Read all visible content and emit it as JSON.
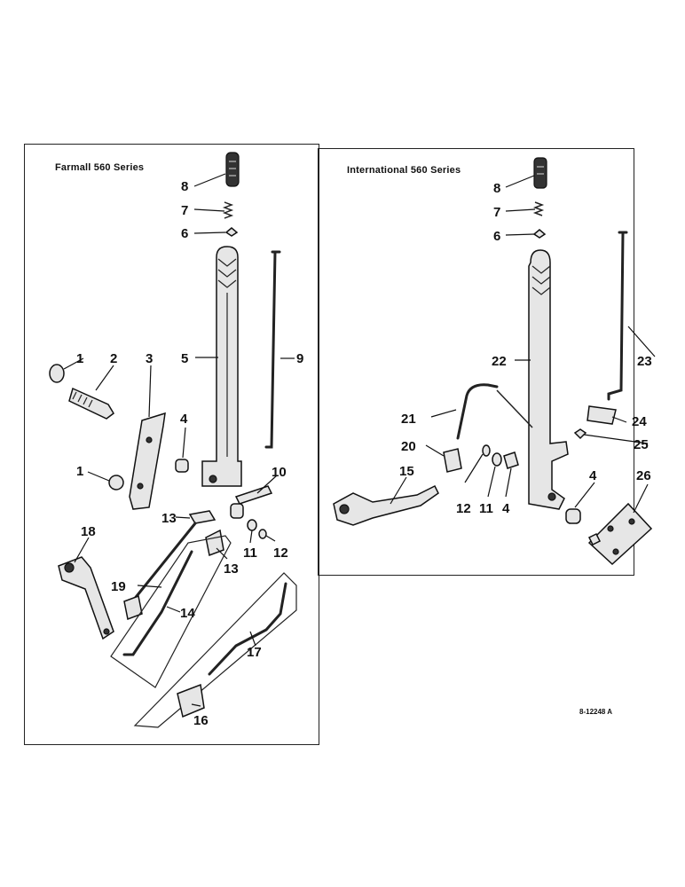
{
  "panels": {
    "left_title": "Farmall 560 Series",
    "right_title": "International 560 Series"
  },
  "drawing_number": "8-12248 A",
  "callouts": {
    "l1a": "1",
    "l1b": "1",
    "l2": "2",
    "l3": "3",
    "l4": "4",
    "l5": "5",
    "l6": "6",
    "l7": "7",
    "l8": "8",
    "l9": "9",
    "l10": "10",
    "l11": "11",
    "l12": "12",
    "l13a": "13",
    "l13b": "13",
    "l14": "14",
    "l16": "16",
    "l17": "17",
    "l18": "18",
    "l19": "19",
    "r4a": "4",
    "r4b": "4",
    "r6": "6",
    "r7": "7",
    "r8": "8",
    "r11": "11",
    "r12": "12",
    "r15": "15",
    "r20": "20",
    "r21": "21",
    "r22": "22",
    "r23": "23",
    "r24": "24",
    "r25": "25",
    "r26": "26"
  }
}
